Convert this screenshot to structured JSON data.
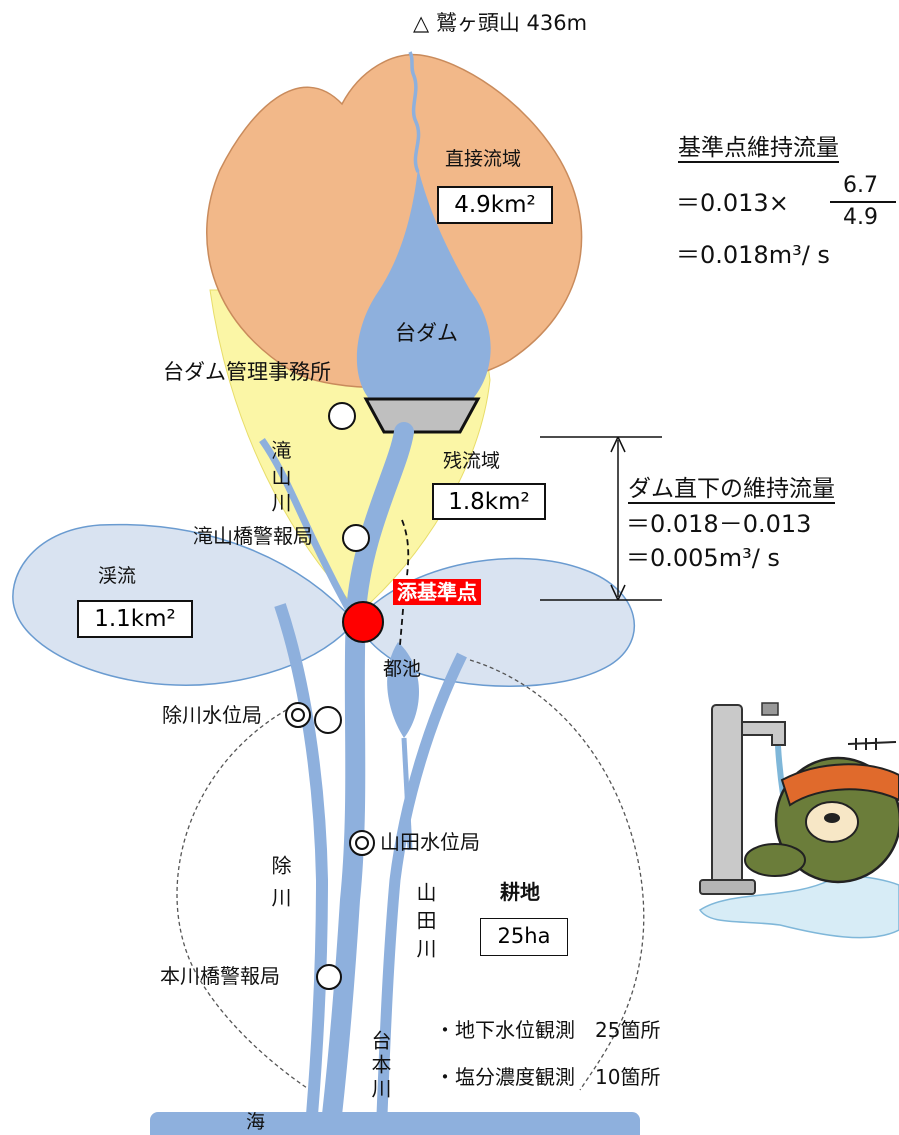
{
  "summit": "△ 鷲ヶ頭山 436m",
  "direct_area": {
    "label": "直接流域",
    "value": "4.9km²"
  },
  "residual_area": {
    "label": "残流域",
    "value": "1.8km²"
  },
  "valley_area": {
    "label": "渓流",
    "value": "1.1km²"
  },
  "dam_label": "台ダム",
  "dam_office": "台ダム管理事務所",
  "takiyama_river": "滝山川",
  "takiyama_station": "滝山橋警報局",
  "reference_point": "添基準点",
  "pond": "都池",
  "jokawa_station": "除川水位局",
  "yamada_station": "山田水位局",
  "hongawa_station": "本川橋警報局",
  "jo_river": "除川",
  "yamada_river": "山田川",
  "daihon_river": "台本川",
  "sea": "海",
  "farmland": {
    "label": "耕地",
    "value": "25ha"
  },
  "observations": [
    "・地下水位観測　25箇所",
    "・塩分濃度観測　10箇所"
  ],
  "formula1": {
    "title": "基準点維持流量",
    "line1": "＝0.013×",
    "numerator": "6.7",
    "denominator": "4.9",
    "line2": "＝0.018m³/ s"
  },
  "formula2": {
    "title": "ダム直下の維持流量",
    "line1": "＝0.018－0.013",
    "line2": "＝0.005m³/ s"
  },
  "colors": {
    "direct_fill": "#f2b889",
    "residual_fill": "#fbf6a6",
    "valley_fill": "#d9e3f1",
    "water": "#8eb0dd",
    "reference": "#ff0000"
  }
}
